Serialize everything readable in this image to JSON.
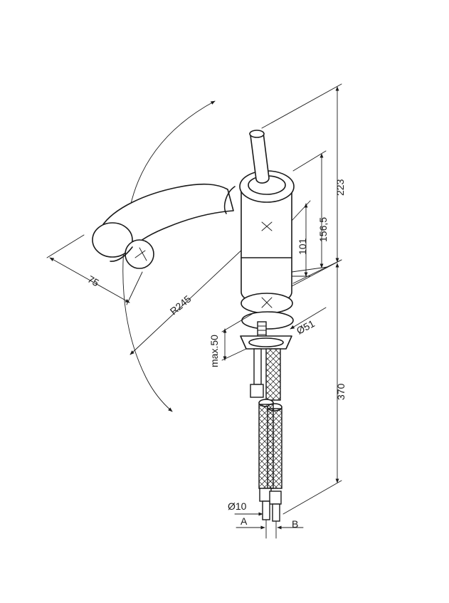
{
  "dimensions": {
    "width_75": "75",
    "radius_245": "R245",
    "height_223": "223",
    "height_156_5": "156,5",
    "height_101": "101",
    "diameter_51": "Ø51",
    "max_50": "max.50",
    "length_370": "370",
    "diameter_10": "Ø10"
  },
  "connections": {
    "a": "A",
    "b": "B"
  }
}
